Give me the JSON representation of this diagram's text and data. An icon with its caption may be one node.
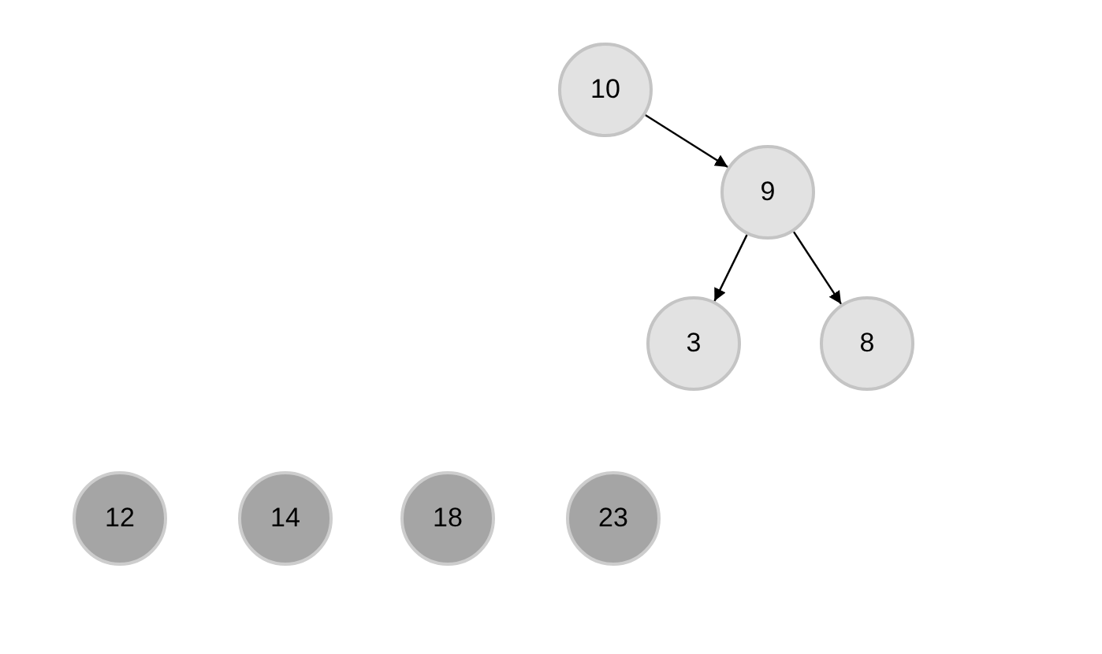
{
  "diagram": {
    "nodes": [
      {
        "text": [
          "10"
        ]
      },
      {
        "text": [
          "9"
        ]
      },
      {
        "text": [
          "3"
        ]
      },
      {
        "text": [
          "8"
        ]
      },
      {
        "text": [
          "12"
        ]
      },
      {
        "text": [
          "14"
        ]
      },
      {
        "text": [
          "18"
        ]
      },
      {
        "text": [
          "23"
        ]
      }
    ],
    "edges": [
      {
        "from": 0,
        "to": 1,
        "arrow": "to"
      },
      {
        "from": 1,
        "to": 2,
        "arrow": "to"
      },
      {
        "from": 1,
        "to": 3,
        "arrow": "to"
      }
    ]
  }
}
